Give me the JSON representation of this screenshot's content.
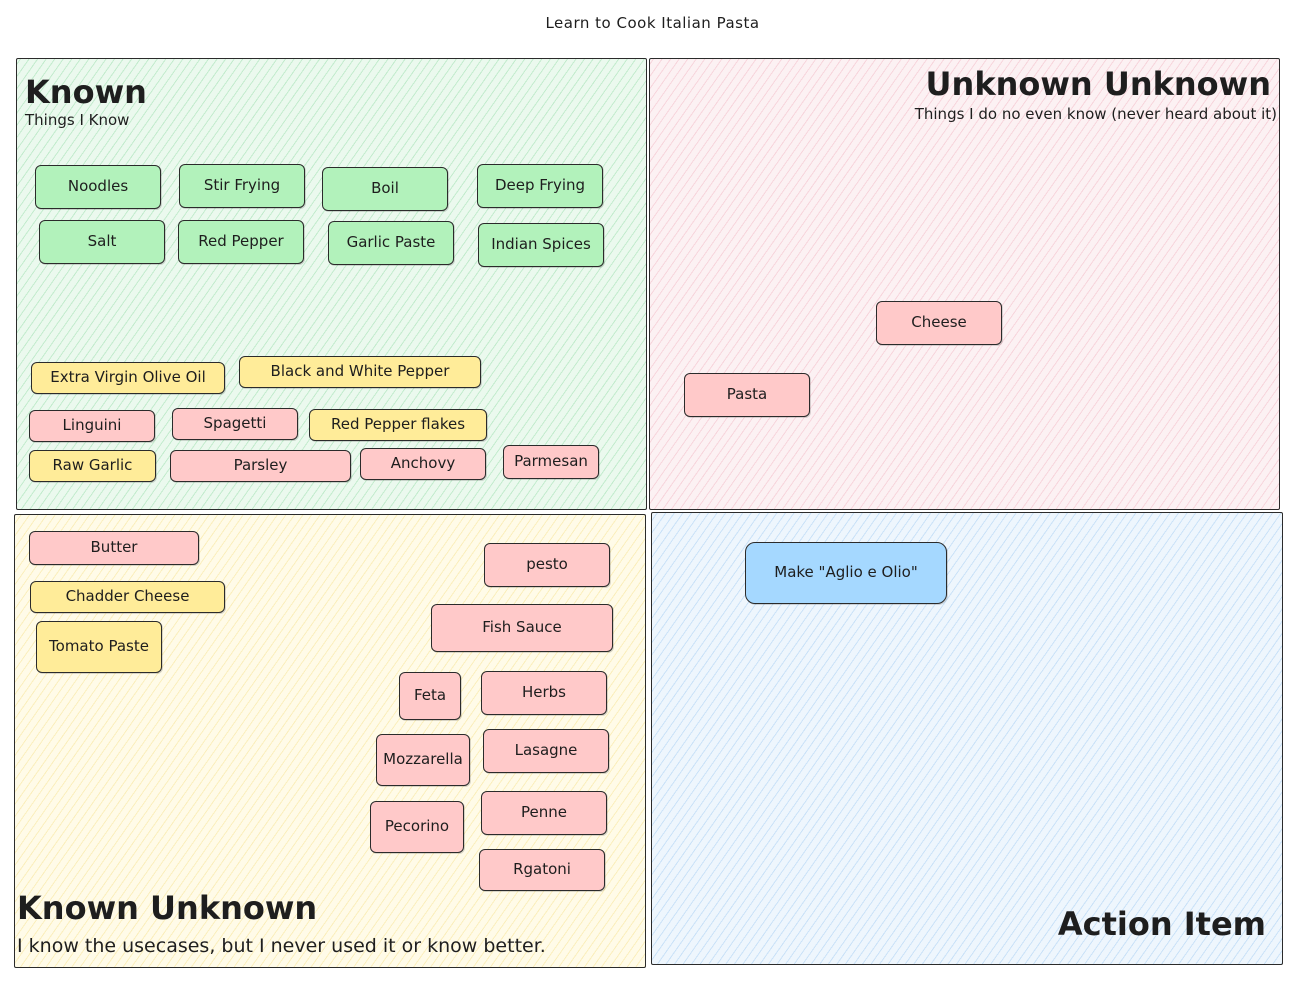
{
  "title": "Learn to Cook Italian Pasta",
  "quadrants": {
    "known": {
      "heading": "Known",
      "subtitle": "Things I Know",
      "items": [
        "Noodles",
        "Stir Frying",
        "Boil",
        "Deep Frying",
        "Salt",
        "Red Pepper",
        "Garlic Paste",
        "Indian Spices",
        "Extra Virgin Olive Oil",
        "Black and White Pepper",
        "Linguini",
        "Spagetti",
        "Red Pepper flakes",
        "Raw Garlic",
        "Parsley",
        "Anchovy",
        "Parmesan"
      ]
    },
    "unknown_unknown": {
      "heading": "Unknown Unknown",
      "subtitle": "Things I do no even know  (never heard about it)",
      "items": [
        "Cheese",
        "Pasta"
      ]
    },
    "known_unknown": {
      "heading": "Known Unknown",
      "subtitle": "I know the usecases, but I never used it or know better.",
      "items": [
        "Butter",
        "Chadder Cheese",
        "Tomato Paste",
        "pesto",
        "Fish Sauce",
        "Feta",
        "Herbs",
        "Mozzarella",
        "Lasagne",
        "Pecorino",
        "Penne",
        "Rgatoni"
      ]
    },
    "action_item": {
      "heading": "Action Item",
      "items": [
        "Make \"Aglio e Olio\""
      ]
    }
  },
  "colors": {
    "green_note": "#b2f2bb",
    "pink_note": "#ffc9c9",
    "yellow_note": "#ffec99",
    "blue_note": "#a5d8ff",
    "stroke": "#1e1e1e"
  }
}
